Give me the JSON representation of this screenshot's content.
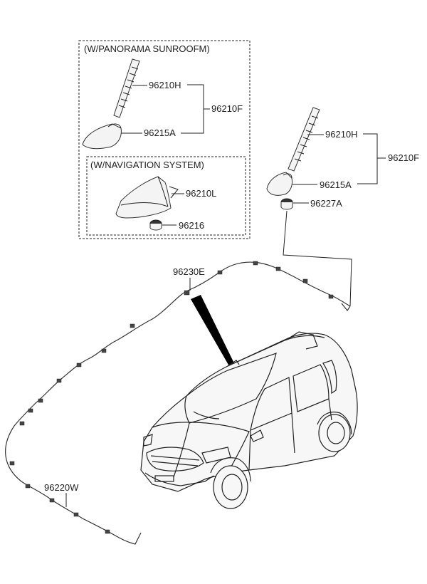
{
  "panorama_box": {
    "title": "(W/PANORAMA SUNROOFM)"
  },
  "navigation_box": {
    "title": "(W/NAVIGATION SYSTEM)"
  },
  "parts": {
    "box_rod": "96210H",
    "box_base": "96215A",
    "box_assembly": "96210F",
    "nav_shark_antenna": "96210L",
    "nav_pad": "96216",
    "main_rod": "96210H",
    "main_base": "96215A",
    "main_assembly": "96210F",
    "main_pad": "96227A",
    "roof_cable": "96230E",
    "main_cable": "96220W"
  },
  "colors": {
    "line": "#222222",
    "background": "#ffffff",
    "pointer": "#000000"
  }
}
